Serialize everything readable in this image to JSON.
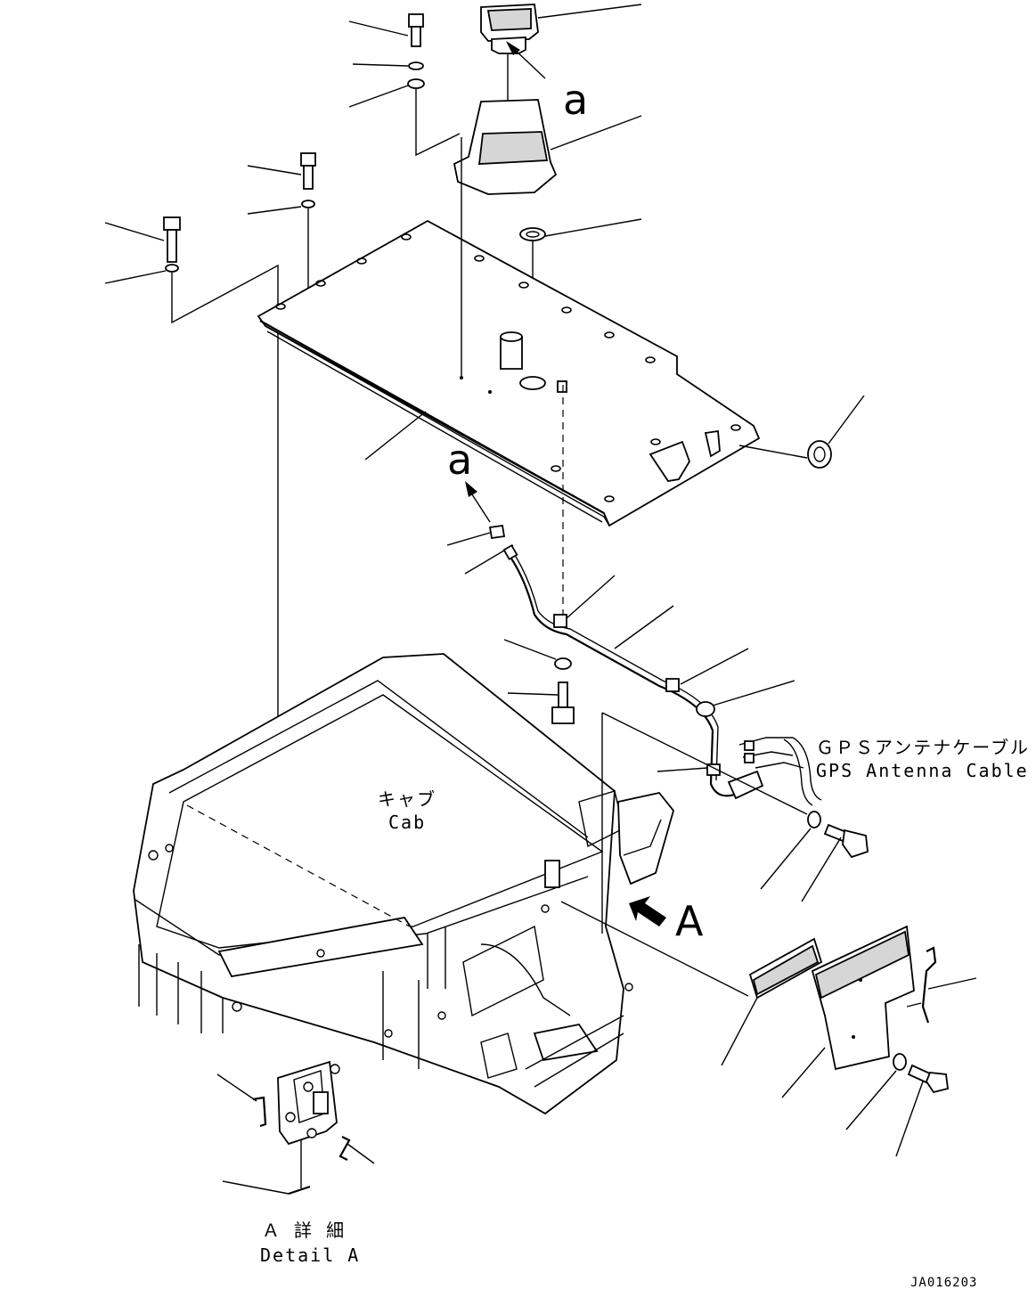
{
  "labels": {
    "letter_a_upper_detail": "a",
    "letter_a_lower_detail": "a",
    "gps_cable_jp": "ＧＰＳアンテナケーブル",
    "gps_cable_en": "GPS Antenna Cable",
    "cab_jp": "キャブ",
    "cab_en": "Cab",
    "view_letter": "A",
    "detail_jp": "Ａ 詳 細",
    "detail_en": "Detail A",
    "drawing_code": "JA016203"
  }
}
